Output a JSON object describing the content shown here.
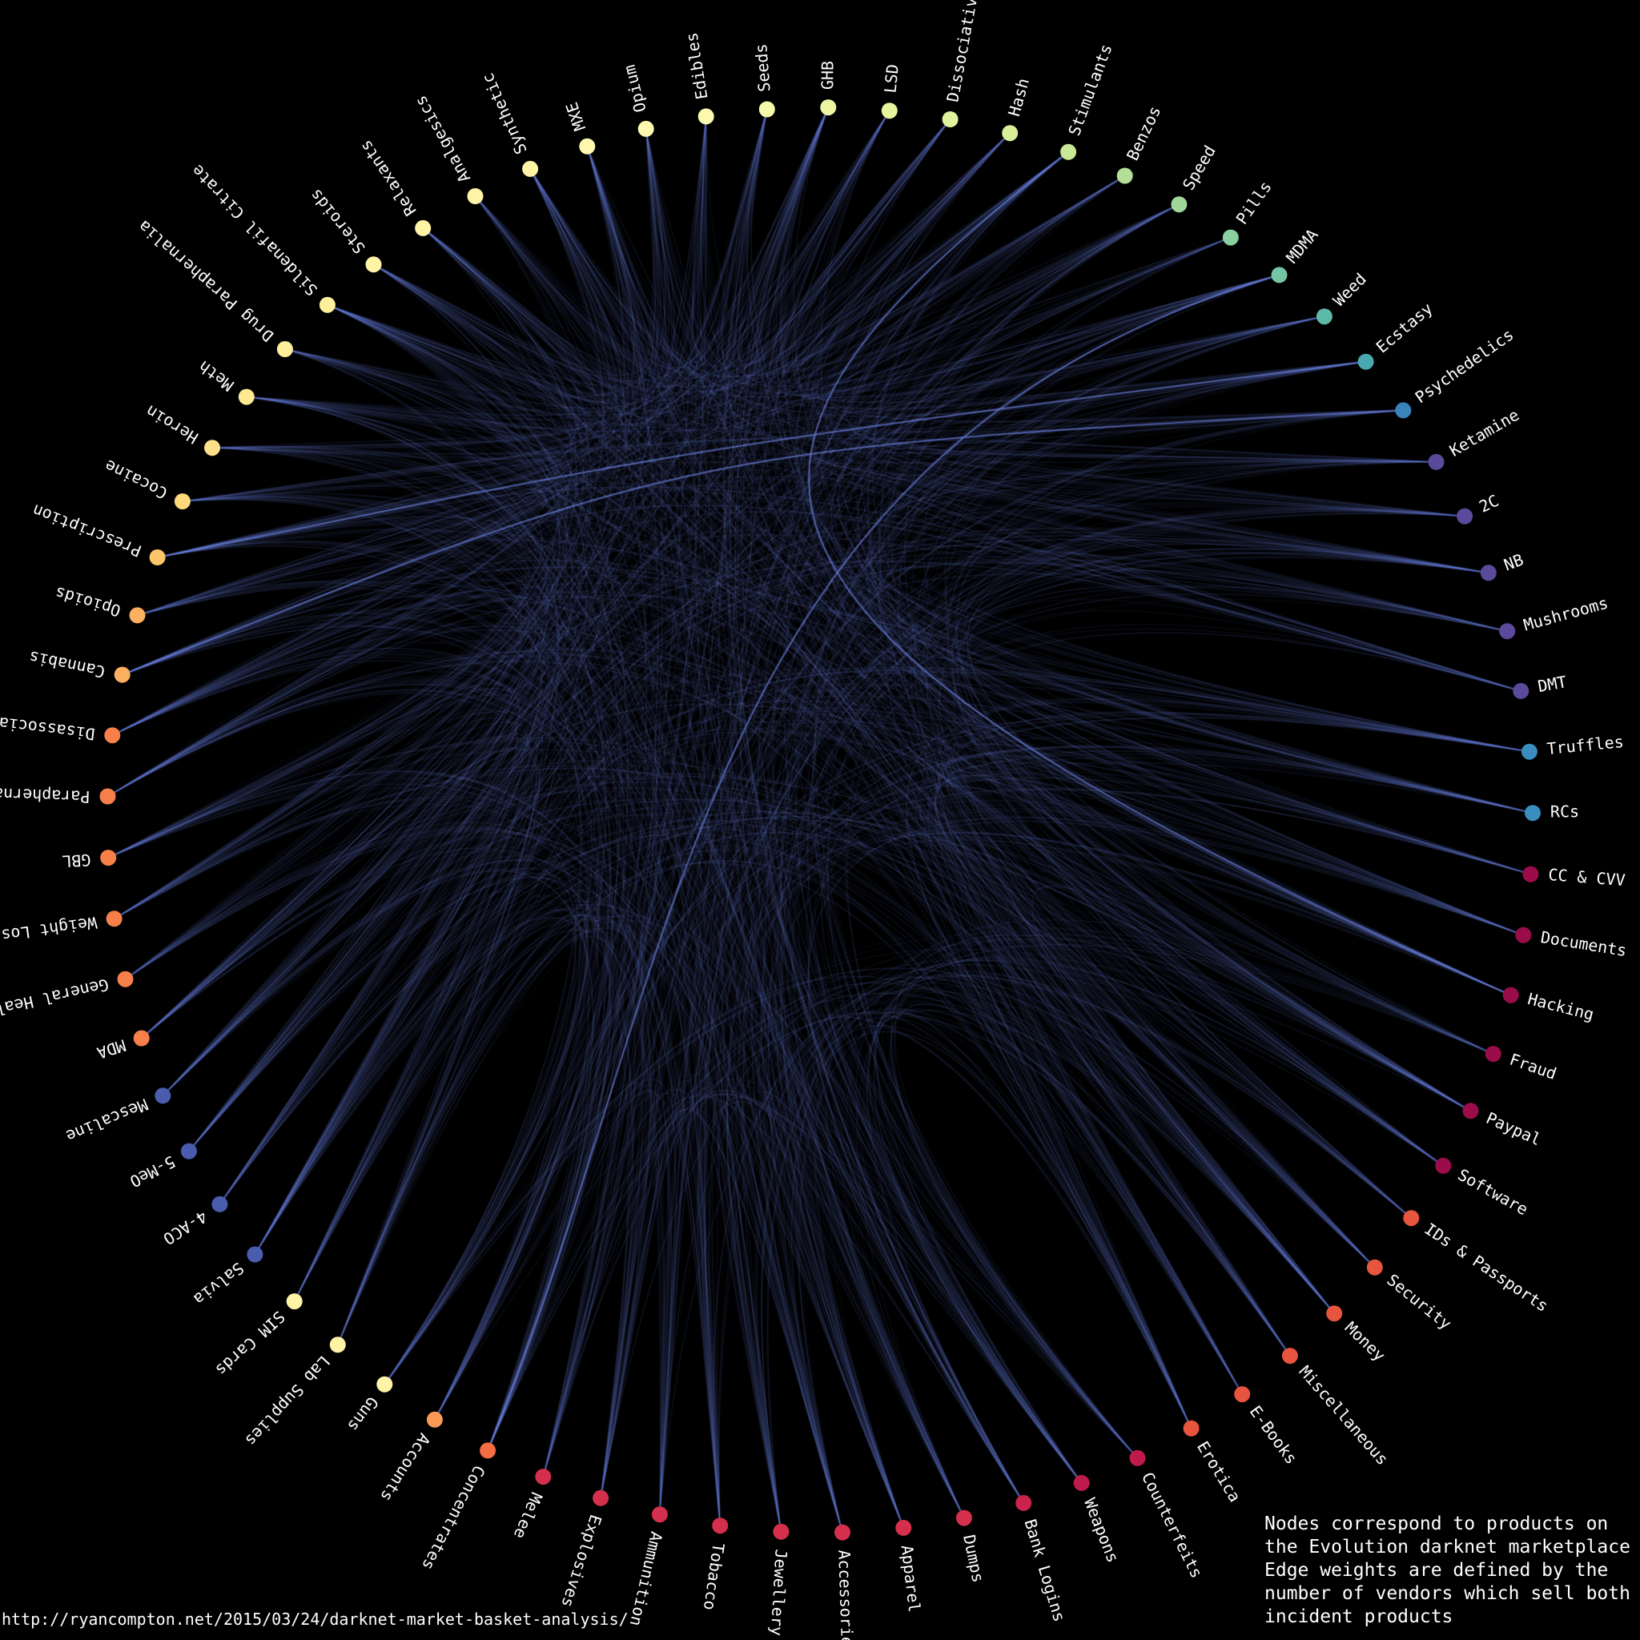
{
  "nodes": [
    {
      "label": "Truffles",
      "color": "#3a8dbf"
    },
    {
      "label": "RCs",
      "color": "#3a8dbf"
    },
    {
      "label": "CC & CVV",
      "color": "#9b0d4a"
    },
    {
      "label": "Documents",
      "color": "#9b0d4a"
    },
    {
      "label": "Hacking",
      "color": "#9b0d4a"
    },
    {
      "label": "Fraud",
      "color": "#9b0d4a"
    },
    {
      "label": "Paypal",
      "color": "#9b0d4a"
    },
    {
      "label": "Software",
      "color": "#9b0d4a"
    },
    {
      "label": "IDs & Passports",
      "color": "#e8553f"
    },
    {
      "label": "Security",
      "color": "#e8553f"
    },
    {
      "label": "Money",
      "color": "#e8553f"
    },
    {
      "label": "Miscellaneous",
      "color": "#e8553f"
    },
    {
      "label": "E-Books",
      "color": "#e8553f"
    },
    {
      "label": "Erotica",
      "color": "#e8553f"
    },
    {
      "label": "Counterfeits",
      "color": "#bf1a4c"
    },
    {
      "label": "Weapons",
      "color": "#bf1a4c"
    },
    {
      "label": "Bank Logins",
      "color": "#c9234b"
    },
    {
      "label": "Dumps",
      "color": "#d42f4c"
    },
    {
      "label": "Apparel",
      "color": "#d42f4c"
    },
    {
      "label": "Accessories",
      "color": "#d42f4c"
    },
    {
      "label": "Jewellery",
      "color": "#d42f4c"
    },
    {
      "label": "Tobacco",
      "color": "#d42f4c"
    },
    {
      "label": "Ammunition",
      "color": "#d42f4c"
    },
    {
      "label": "Explosives",
      "color": "#d42f4c"
    },
    {
      "label": "Melee",
      "color": "#d42f4c"
    },
    {
      "label": "Concentrates",
      "color": "#f46d43"
    },
    {
      "label": "Accounts",
      "color": "#fa9a55"
    },
    {
      "label": "Guns",
      "color": "#fff4a6"
    },
    {
      "label": "Lab Supplies",
      "color": "#fff4a6"
    },
    {
      "label": "SIM Cards",
      "color": "#fff4a6"
    },
    {
      "label": "Salvia",
      "color": "#4a5cae"
    },
    {
      "label": "4-ACO",
      "color": "#4a5cae"
    },
    {
      "label": "5-MeO",
      "color": "#4a5cae"
    },
    {
      "label": "Mescaline",
      "color": "#4a5cae"
    },
    {
      "label": "MDA",
      "color": "#f7804a"
    },
    {
      "label": "General Health",
      "color": "#f7804a"
    },
    {
      "label": "Weight Loss",
      "color": "#f7804a"
    },
    {
      "label": "GBL",
      "color": "#f7804a"
    },
    {
      "label": "Paraphernalia",
      "color": "#f7804a"
    },
    {
      "label": "Disassociatives",
      "color": "#f7804a"
    },
    {
      "label": "Cannabis",
      "color": "#fdb060"
    },
    {
      "label": "Opioids",
      "color": "#fdb060"
    },
    {
      "label": "Prescription",
      "color": "#fdc56a"
    },
    {
      "label": "Cocaine",
      "color": "#fdd97c"
    },
    {
      "label": "Heroin",
      "color": "#fee08b"
    },
    {
      "label": "Meth",
      "color": "#fee890"
    },
    {
      "label": "Drug Paraphernalia",
      "color": "#fef09a"
    },
    {
      "label": "Sildenafil Citrate",
      "color": "#fef09a"
    },
    {
      "label": "Steroids",
      "color": "#fff4a6"
    },
    {
      "label": "Relaxants",
      "color": "#fff4a6"
    },
    {
      "label": "Analgesics",
      "color": "#fff4a6"
    },
    {
      "label": "Synthetic",
      "color": "#fff4a6"
    },
    {
      "label": "MXE",
      "color": "#fff7ad"
    },
    {
      "label": "Opium",
      "color": "#fff8b0"
    },
    {
      "label": "Edibles",
      "color": "#fbf9ae"
    },
    {
      "label": "Seeds",
      "color": "#f6f8aa"
    },
    {
      "label": "GHB",
      "color": "#eef6a4"
    },
    {
      "label": "LSD",
      "color": "#e6f49e"
    },
    {
      "label": "Dissociatives",
      "color": "#e0f29c"
    },
    {
      "label": "Hash",
      "color": "#d9ef99"
    },
    {
      "label": "Stimulants",
      "color": "#c7e896"
    },
    {
      "label": "Benzos",
      "color": "#b3e096"
    },
    {
      "label": "Speed",
      "color": "#9fd89a"
    },
    {
      "label": "Pills",
      "color": "#8acfa0"
    },
    {
      "label": "MDMA",
      "color": "#73c6a4"
    },
    {
      "label": "Weed",
      "color": "#5ebaa8"
    },
    {
      "label": "Ecstasy",
      "color": "#49a9b0"
    },
    {
      "label": "Psychedelics",
      "color": "#3a84bc"
    },
    {
      "label": "Ketamine",
      "color": "#5b4a9b"
    },
    {
      "label": "2C",
      "color": "#5b4a9b"
    },
    {
      "label": "NB",
      "color": "#5b4a9b"
    },
    {
      "label": "Mushrooms",
      "color": "#5b4a9b"
    },
    {
      "label": "DMT",
      "color": "#5b4a9b"
    }
  ],
  "edge_color": "#6f86e8",
  "caption_lines": [
    "Nodes correspond to products on",
    "the Evolution darknet marketplace",
    "Edge weights are defined by the",
    "number of vendors which sell both",
    "incident products"
  ],
  "source_url": "http://ryancompton.net/2015/03/24/darknet-market-basket-analysis/"
}
